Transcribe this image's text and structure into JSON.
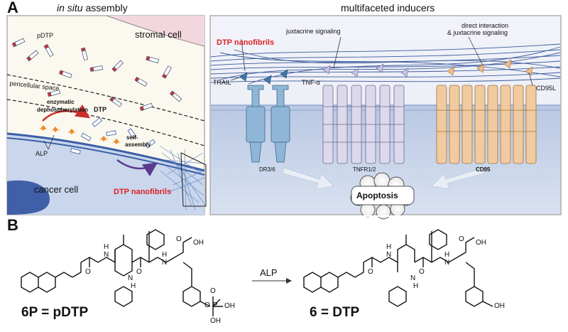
{
  "panel_a": {
    "letter": "A",
    "left_title_italic": "in situ",
    "left_title_rest": " assembly",
    "right_title": "multifaceted inducers",
    "stromal_cell": "stromal cell",
    "pdtp": "pDTP",
    "pericellular_space": "pericellular space",
    "enzymatic": "enzymatic",
    "dephosphorylation": "dephosphorylation",
    "dtp": "DTP",
    "alp": "ALP",
    "self": "self-",
    "assembly": "assembly",
    "cancer_cell": "cancer cell",
    "dtp_nanofibrils_left": "DTP nanofibrils",
    "dtp_nanofibrils_right": "DTP nanofibrils",
    "juxtacrine": "juxtacrine signaling",
    "direct_interaction_1": "direct interaction",
    "direct_interaction_2": "& juxtacrine signaling",
    "trail": "TRAIL",
    "tnf": "TNF-α",
    "cd95l": "CD95L",
    "dr": "DR3/6",
    "tnfr": "TNFR1/2",
    "cd95": "CD95",
    "apoptosis": "Apoptosis"
  },
  "panel_b": {
    "letter": "B",
    "alp": "ALP",
    "pdtp_label": "6P = pDTP",
    "dtp_label": "6 = DTP",
    "atoms": {
      "O": "O",
      "N": "N",
      "H": "H",
      "OH": "OH",
      "P": "P"
    }
  },
  "colors": {
    "stromal_membrane": "#f3c9d2",
    "cytoplasm_blue": "#c5d3ea",
    "cell_blue": "#4466aa",
    "fibril_blue": "#3a5a9a",
    "dr_receptor": "#8fb6d6",
    "tnfr_receptor": "#d9d6ea",
    "cd95_receptor": "#f1cba0",
    "pdtp_red": "#d92b2b",
    "alp_orange": "#f08a2a",
    "arrow_red": "#cc2e2e",
    "arrow_purple": "#5a3a8f"
  }
}
